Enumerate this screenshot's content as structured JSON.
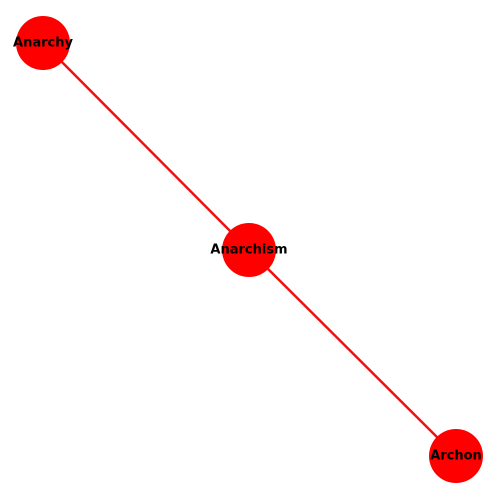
{
  "graph": {
    "node_color": "#ff0000",
    "edge_color": "#ee1111",
    "label_color": "#000000",
    "nodes": [
      {
        "id": "anarchy",
        "label": "Anarchy"
      },
      {
        "id": "anarchism",
        "label": "Anarchism"
      },
      {
        "id": "archon",
        "label": "Archon"
      }
    ],
    "edges": [
      {
        "source": "anarchy",
        "target": "anarchism"
      },
      {
        "source": "anarchism",
        "target": "archon"
      }
    ]
  }
}
